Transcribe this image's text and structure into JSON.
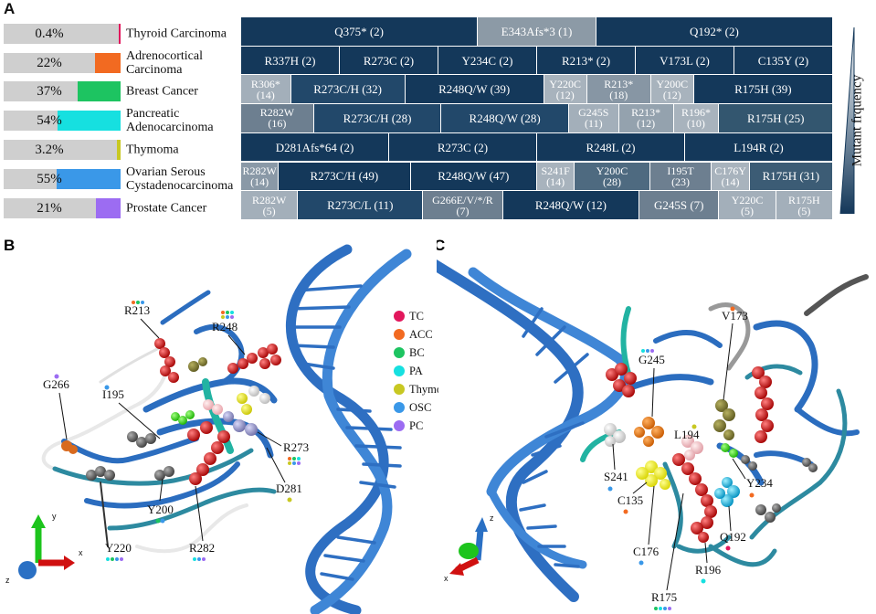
{
  "panels": {
    "a": "A",
    "b": "B",
    "c": "C"
  },
  "cancers": [
    {
      "pct": "0.4%",
      "value": 0.4,
      "name": "Thyroid Carcinoma",
      "color": "#e2175c"
    },
    {
      "pct": "22%",
      "value": 22,
      "name": "Adrenocortical\nCarcinoma",
      "color": "#f26a21"
    },
    {
      "pct": "37%",
      "value": 37,
      "name": "Breast Cancer",
      "color": "#1dc461"
    },
    {
      "pct": "54%",
      "value": 54,
      "name": "Pancreatic\nAdenocarcinoma",
      "color": "#16e0e0"
    },
    {
      "pct": "3.2%",
      "value": 3.2,
      "name": "Thymoma",
      "color": "#c8c822"
    },
    {
      "pct": "55%",
      "value": 55,
      "name": "Ovarian Serous\nCystadenocarcinoma",
      "color": "#3a98e8"
    },
    {
      "pct": "21%",
      "value": 21,
      "name": "Prostate Cancer",
      "color": "#9c6cf2"
    }
  ],
  "mutation_rows": [
    [
      {
        "label": "Q375* (2)",
        "w": 2,
        "c": "#14385a"
      },
      {
        "label": "E343Afs*3 (1)",
        "w": 1,
        "c": "#8c9aa6"
      },
      {
        "label": "Q192* (2)",
        "w": 2,
        "c": "#14385a"
      }
    ],
    [
      {
        "label": "R337H (2)",
        "w": 1,
        "c": "#14385a"
      },
      {
        "label": "R273C (2)",
        "w": 1,
        "c": "#14385a"
      },
      {
        "label": "Y234C (2)",
        "w": 1,
        "c": "#14385a"
      },
      {
        "label": "R213* (2)",
        "w": 1,
        "c": "#14385a"
      },
      {
        "label": "V173L (2)",
        "w": 1,
        "c": "#14385a"
      },
      {
        "label": "C135Y (2)",
        "w": 1,
        "c": "#14385a"
      }
    ],
    [
      {
        "label": "R306*\n(14)",
        "w": 14,
        "c": "#a3afba"
      },
      {
        "label": "R273C/H (32)",
        "w": 32,
        "c": "#22486a"
      },
      {
        "label": "R248Q/W (39)",
        "w": 39,
        "c": "#14385a"
      },
      {
        "label": "Y220C\n(12)",
        "w": 12,
        "c": "#a8b3bd"
      },
      {
        "label": "R213*\n(18)",
        "w": 18,
        "c": "#8796a4"
      },
      {
        "label": "Y200C\n(12)",
        "w": 12,
        "c": "#a8b3bd"
      },
      {
        "label": "R175H (39)",
        "w": 39,
        "c": "#14385a"
      }
    ],
    [
      {
        "label": "R282W\n(16)",
        "w": 16,
        "c": "#6d7f90"
      },
      {
        "label": "R273C/H (28)",
        "w": 28,
        "c": "#22486a"
      },
      {
        "label": "R248Q/W (28)",
        "w": 28,
        "c": "#22486a"
      },
      {
        "label": "G245S\n(11)",
        "w": 11,
        "c": "#a3afba"
      },
      {
        "label": "R213*\n(12)",
        "w": 12,
        "c": "#94a2ae"
      },
      {
        "label": "R196*\n(10)",
        "w": 10,
        "c": "#a8b3bd"
      },
      {
        "label": "R175H (25)",
        "w": 25,
        "c": "#33566f"
      }
    ],
    [
      {
        "label": "D281Afs*64 (2)",
        "w": 1,
        "c": "#14385a"
      },
      {
        "label": "R273C (2)",
        "w": 1,
        "c": "#14385a"
      },
      {
        "label": "R248L (2)",
        "w": 1,
        "c": "#14385a"
      },
      {
        "label": "L194R (2)",
        "w": 1,
        "c": "#14385a"
      }
    ],
    [
      {
        "label": "R282W\n(14)",
        "w": 14,
        "c": "#8a99a7"
      },
      {
        "label": "R273C/H (49)",
        "w": 49,
        "c": "#14385a"
      },
      {
        "label": "R248Q/W (47)",
        "w": 47,
        "c": "#14385a"
      },
      {
        "label": "S241F\n(14)",
        "w": 14,
        "c": "#a8b3bd"
      },
      {
        "label": "Y200C\n(28)",
        "w": 28,
        "c": "#4e6a80"
      },
      {
        "label": "I195T\n(23)",
        "w": 23,
        "c": "#6d7f90"
      },
      {
        "label": "C176Y\n(14)",
        "w": 14,
        "c": "#a8b3bd"
      },
      {
        "label": "R175H (31)",
        "w": 31,
        "c": "#3c5c75"
      }
    ],
    [
      {
        "label": "R282W\n(5)",
        "w": 5,
        "c": "#a3afba"
      },
      {
        "label": "R273C/L (11)",
        "w": 11,
        "c": "#22486a"
      },
      {
        "label": "G266E/V/*/R\n(7)",
        "w": 7,
        "c": "#6d7f90"
      },
      {
        "label": "R248Q/W (12)",
        "w": 12,
        "c": "#14385a"
      },
      {
        "label": "G245S (7)",
        "w": 7,
        "c": "#6d7f90"
      },
      {
        "label": "Y220C\n(5)",
        "w": 5,
        "c": "#a3afba"
      },
      {
        "label": "R175H\n(5)",
        "w": 5,
        "c": "#a3afba"
      }
    ]
  ],
  "freq_label": "Mutant frquency",
  "legend": [
    {
      "abbr": "TC",
      "color": "#e2175c"
    },
    {
      "abbr": "ACC",
      "color": "#f26a21"
    },
    {
      "abbr": "BC",
      "color": "#1dc461"
    },
    {
      "abbr": "PA",
      "color": "#16e0e0"
    },
    {
      "abbr": "Thymoma",
      "color": "#c8c822"
    },
    {
      "abbr": "OSC",
      "color": "#3a98e8"
    },
    {
      "abbr": "PC",
      "color": "#9c6cf2"
    }
  ],
  "labels_b": {
    "R213": "R213",
    "R248": "R248",
    "G266": "G266",
    "I195": "I195",
    "R273": "R273",
    "D281": "D281",
    "Y200": "Y200",
    "R282": "R282",
    "Y220": "Y220"
  },
  "labels_c": {
    "V173": "V173",
    "G245": "G245",
    "L194": "L194",
    "S241": "S241",
    "Y234": "Y234",
    "C135": "C135",
    "C176": "C176",
    "Q192": "Q192",
    "R196": "R196",
    "R175": "R175"
  },
  "axes": {
    "x": "x",
    "y": "y",
    "z": "z"
  }
}
